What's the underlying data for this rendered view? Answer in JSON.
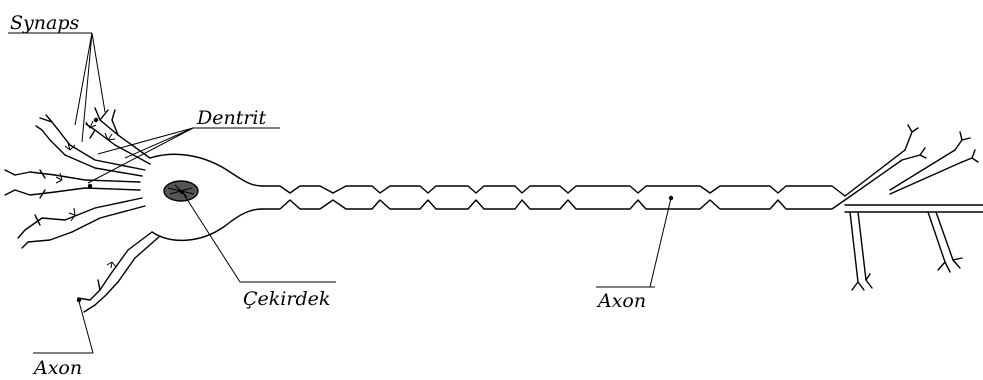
{
  "labels": {
    "synaps": "Synaps",
    "dentrit": "Dentrit",
    "cekirdek": "Çekirdek",
    "axon_main": "Axon",
    "axon_left": "Axon"
  },
  "colors": {
    "stroke": "#000000",
    "nucleus_fill": "#555555",
    "background": "#ffffff"
  }
}
